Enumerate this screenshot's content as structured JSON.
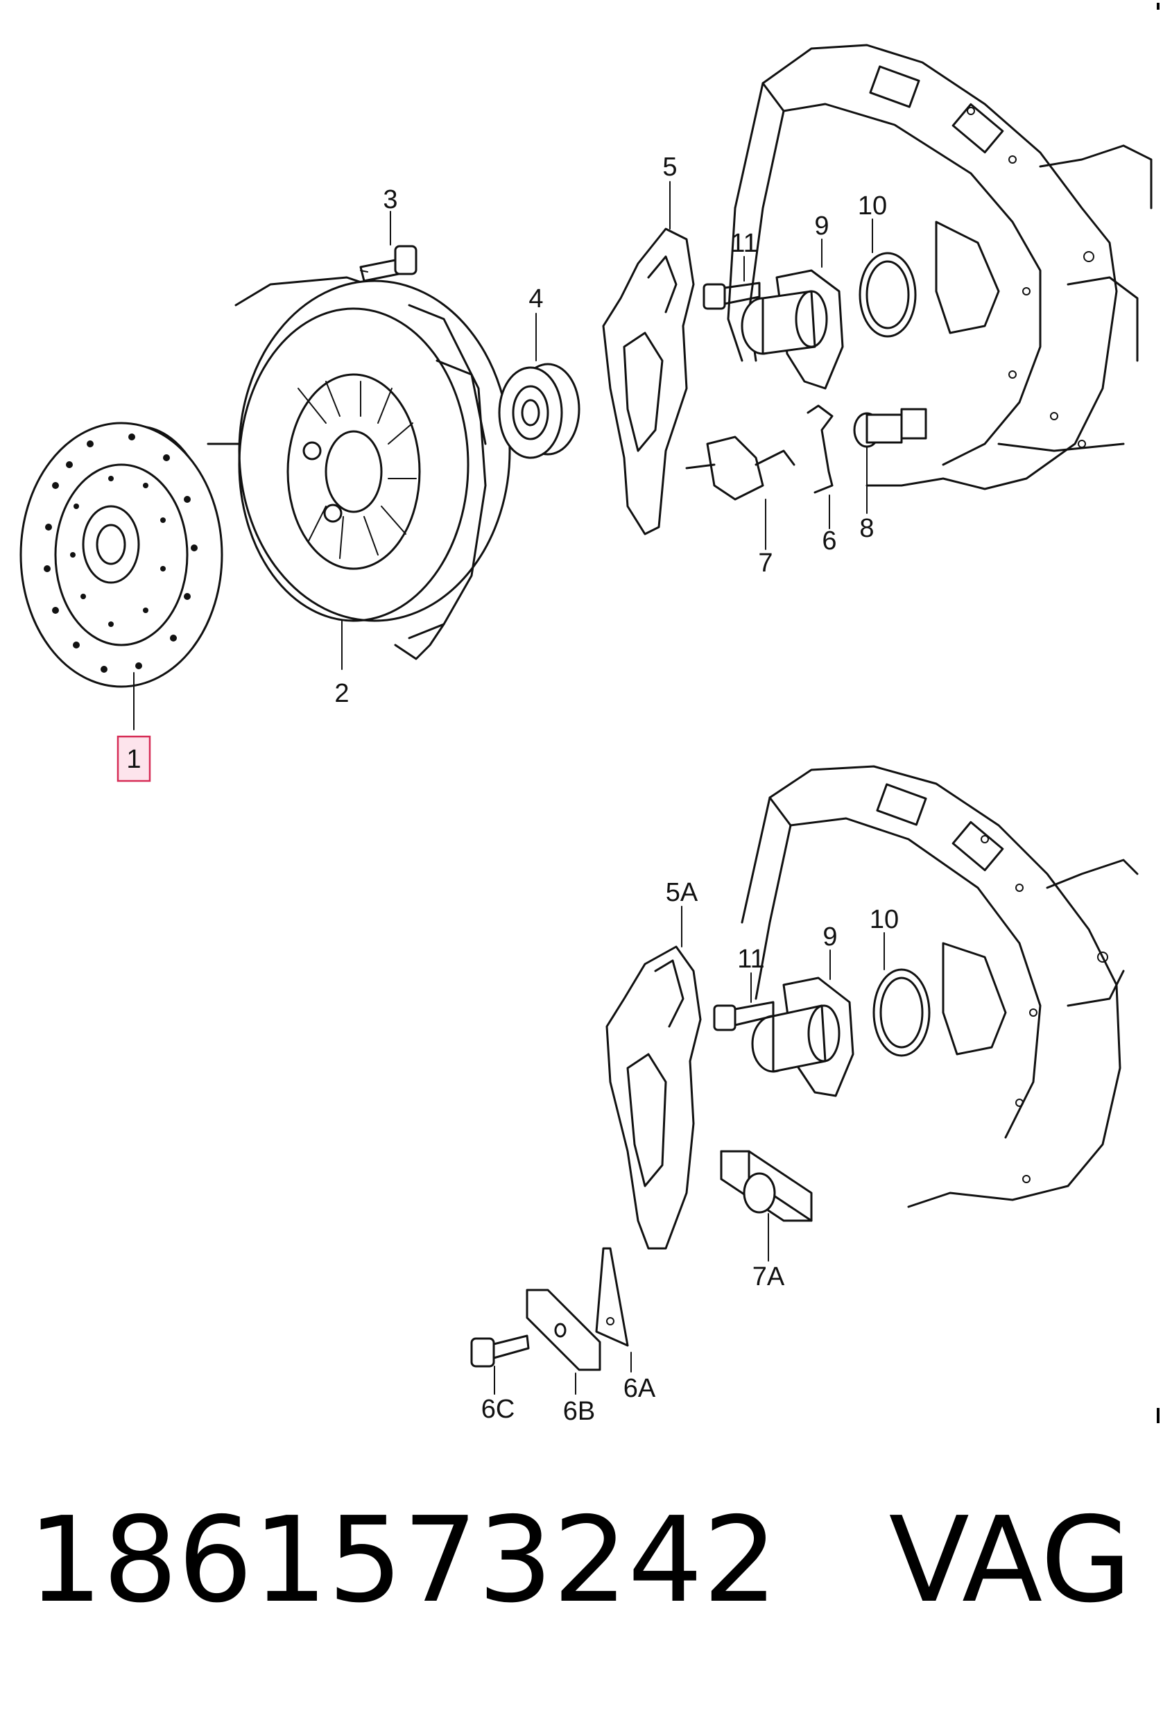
{
  "callouts": {
    "c1": "1",
    "c2": "2",
    "c3": "3",
    "c4": "4",
    "c5": "5",
    "c6": "6",
    "c7": "7",
    "c8": "8",
    "c9": "9",
    "c10": "10",
    "c11": "11",
    "c5a": "5A",
    "c9b": "9",
    "c10b": "10",
    "c11b": "11",
    "c7a": "7A",
    "c6a": "6A",
    "c6b": "6B",
    "c6c": "6C"
  },
  "footer": {
    "part_number": "1861573242",
    "brand": "VAG"
  },
  "colors": {
    "line": "#111111",
    "highlight_fill": "#fde4ec",
    "highlight_border": "#d62b55"
  }
}
